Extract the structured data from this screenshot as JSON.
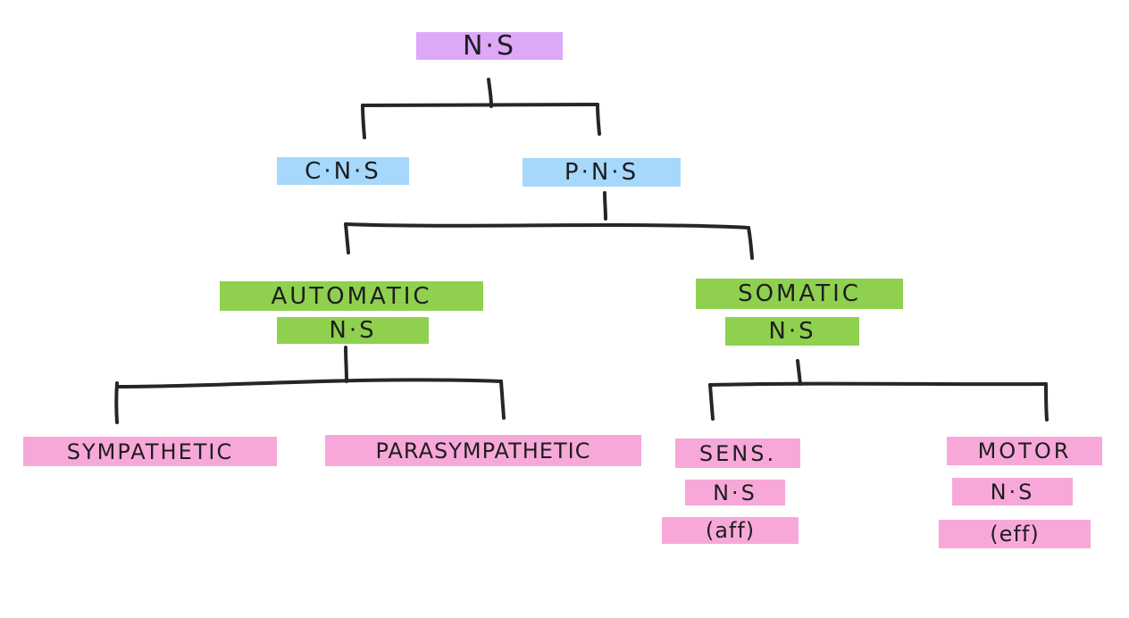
{
  "colors": {
    "ink": "#262626",
    "purple": "#dca8f7",
    "blue": "#a5d8fb",
    "green": "#8fd14f",
    "pink": "#f7a8d9"
  },
  "nodes": {
    "root": {
      "label": "N·S"
    },
    "cns": {
      "label": "C·N·S"
    },
    "pns": {
      "label": "P·N·S"
    },
    "automatic": {
      "line1": "AUTOMATIC",
      "line2": "N·S"
    },
    "somatic": {
      "line1": "SOMATIC",
      "line2": "N·S"
    },
    "sympathetic": {
      "label": "SYMPATHETIC"
    },
    "parasympathetic": {
      "label": "PARASYMPATHETIC"
    },
    "sensory": {
      "line1": "SENS.",
      "line2": "N·S",
      "line3": "(aff)"
    },
    "motor": {
      "line1": "MOTOR",
      "line2": "N·S",
      "line3": "(eff)"
    }
  }
}
